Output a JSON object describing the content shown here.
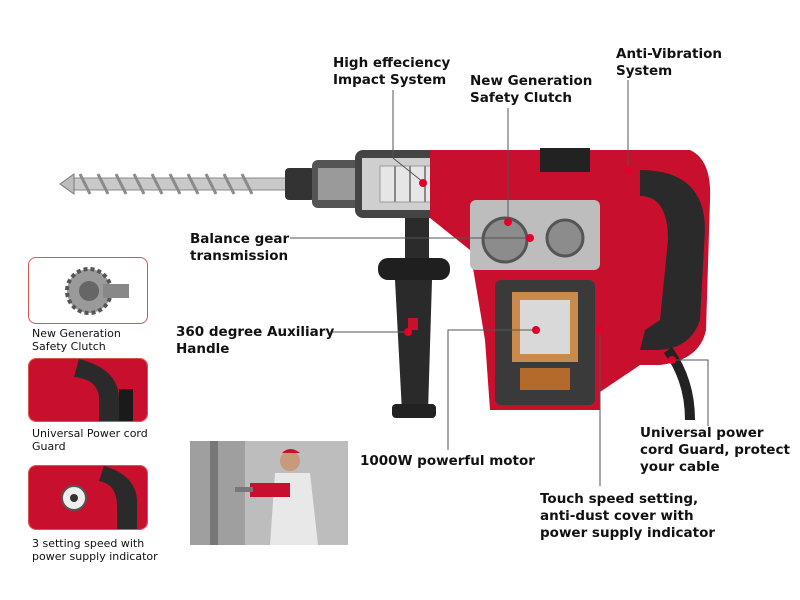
{
  "colors": {
    "accent": "#c8102e",
    "body_dark": "#222222",
    "metal": "#b8b8b8",
    "leader": "#555555",
    "dot": "#e0002a"
  },
  "callouts": {
    "impact": "High effeciency\nImpact System",
    "clutch": "New Generation\nSafety Clutch",
    "anti_vibration": "Anti-Vibration\nSystem",
    "balance_gear": "Balance gear\ntransmission",
    "aux_handle": "360 degree Auxiliary\nHandle",
    "motor": "1000W powerful motor",
    "cord_guard": "Universal power\ncord Guard, protect\nyour cable",
    "speed": "Touch speed setting,\nanti-dust cover with\npower supply indicator"
  },
  "thumbnails": [
    {
      "label": "New Generation\nSafety Clutch",
      "icon": "clutch-gear-icon"
    },
    {
      "label": "Universal Power cord\nGuard",
      "icon": "cord-guard-icon"
    },
    {
      "label": "3 setting speed with\npower supply indicator",
      "icon": "speed-setting-icon"
    }
  ]
}
